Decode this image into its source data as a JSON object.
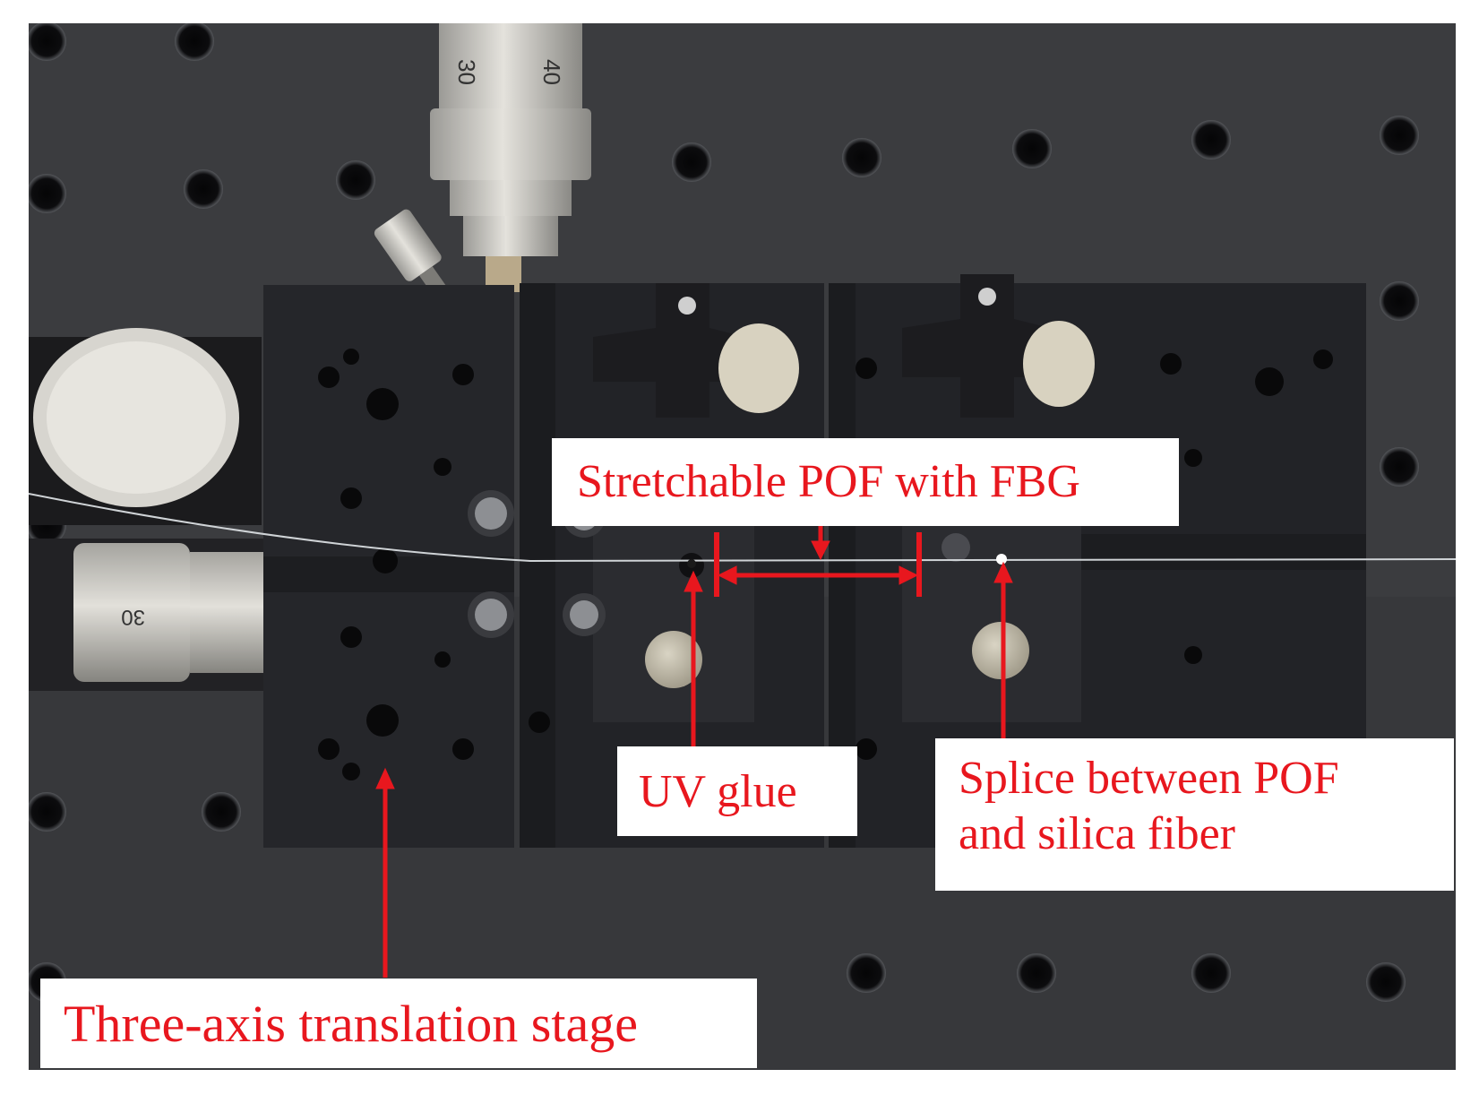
{
  "labels": {
    "stretchable": "Stretchable POF with FBG",
    "uv_glue": "UV glue",
    "splice_line1": "Splice between POF",
    "splice_line2": "and silica fiber",
    "stage": "Three-axis translation stage"
  },
  "micrometer_scale": {
    "top_ticks": [
      "30",
      "40"
    ],
    "left_tick": "30"
  },
  "colors": {
    "annotation": "#e8171e",
    "table": "#3a3b3e",
    "stage_block": "#26272a",
    "label_bg": "#ffffff"
  }
}
